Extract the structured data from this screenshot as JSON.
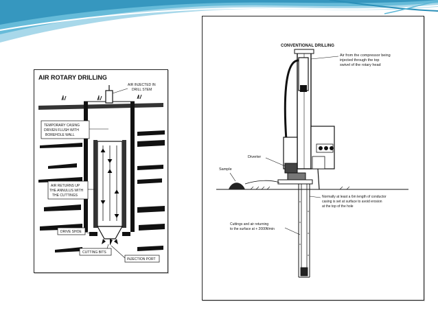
{
  "slide": {
    "colors": {
      "wave_light": "#a8d8ea",
      "wave_mid": "#5bb6d6",
      "wave_dark": "#2a8fb8",
      "background": "#ffffff"
    }
  },
  "left_diagram": {
    "title": "AIR ROTARY DRILLING",
    "labels": {
      "air_injected_1": "AIR INJECTED IN",
      "air_injected_2": "DRILL STEM",
      "casing_1": "TEMPORARY CASING",
      "casing_2": "DRIVEN FLUSH WITH",
      "casing_3": "BOREHOLE WALL",
      "returns_1": "AIR RETURNS UP",
      "returns_2": "THE ANNULUS WITH",
      "returns_3": "THE CUTTINGS",
      "drive_shoe": "DRIVE SHOE",
      "cutting_bits": "CUTTING BITS",
      "injection_port": "INJECTION PORT"
    }
  },
  "right_diagram": {
    "title": "CONVENTIONAL DRILLING",
    "labels": {
      "air_1": "Air from the compressor being",
      "air_2": "injected through the  top",
      "air_3": "swivel of the rotary head",
      "diverter": "Diverter",
      "sample": "Sample",
      "casing_1": "Normally at least a 6m length of conductor",
      "casing_2": "casing is set at surface to avoid erosion",
      "casing_3": "at the top of the hole",
      "cuttings_1": "Cuttings and air returning",
      "cuttings_2": "to the surface at + 2000ft/min"
    }
  }
}
